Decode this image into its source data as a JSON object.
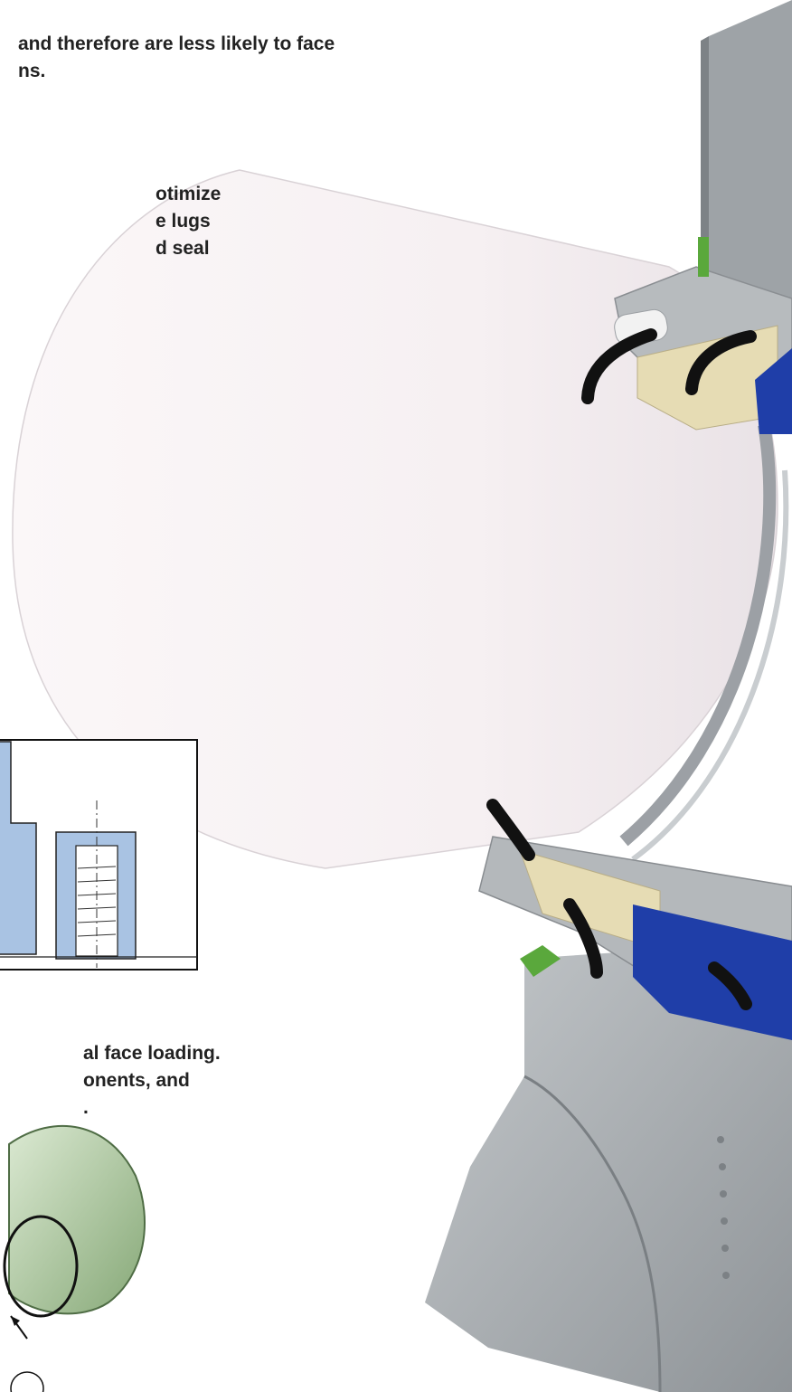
{
  "text_blocks": {
    "top_fragment": [
      "and therefore are less likely to face",
      "ns."
    ],
    "middle_fragment": [
      "otimize",
      "e lugs",
      "d seal"
    ],
    "bottom_fragment": [
      "al face loading.",
      "onents, and",
      "."
    ]
  },
  "colors": {
    "shaft": "#f4eef0",
    "housing_gray": "#a9adb0",
    "seal_blue": "#1f3ea8",
    "face_cream": "#e6dcb4",
    "oring_black": "#111111",
    "accent_green": "#5aa83c",
    "drawing_blue": "#a9c3e3",
    "sleeve_green": "#a8c99a"
  }
}
